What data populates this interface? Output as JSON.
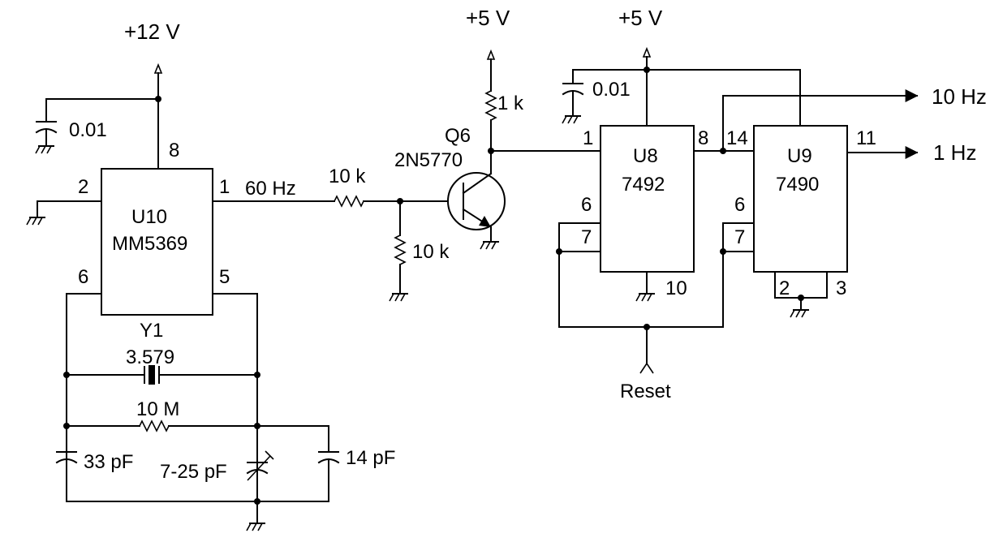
{
  "supplies": {
    "v12": "+12 V",
    "v5_transistor": "+5 V",
    "v5_counters": "+5 V"
  },
  "u10": {
    "ref": "U10",
    "part": "MM5369",
    "pin8": "8",
    "pin2": "2",
    "pin1": "1",
    "pin6": "6",
    "pin5": "5",
    "output_label": "60 Hz"
  },
  "crystal": {
    "ref": "Y1",
    "value": "3.579"
  },
  "components": {
    "c_bypass_u10": "0.01",
    "c_bypass_u8": "0.01",
    "r_series": "10 k",
    "r_shunt": "10 k",
    "r_collector": "1 k",
    "r_feedback": "10 M",
    "c_left": "33 pF",
    "c_trimmer": "7-25 pF",
    "c_right": "14 pF"
  },
  "q6": {
    "ref": "Q6",
    "part": "2N5770"
  },
  "u8": {
    "ref": "U8",
    "part": "7492",
    "pin1": "1",
    "pin8": "8",
    "pin6": "6",
    "pin7": "7",
    "pin10": "10"
  },
  "u9": {
    "ref": "U9",
    "part": "7490",
    "pin14": "14",
    "pin11": "11",
    "pin6": "6",
    "pin7": "7",
    "pin2": "2",
    "pin3": "3"
  },
  "outputs": {
    "out_10hz": "10 Hz",
    "out_1hz": "1 Hz"
  },
  "reset_label": "Reset"
}
